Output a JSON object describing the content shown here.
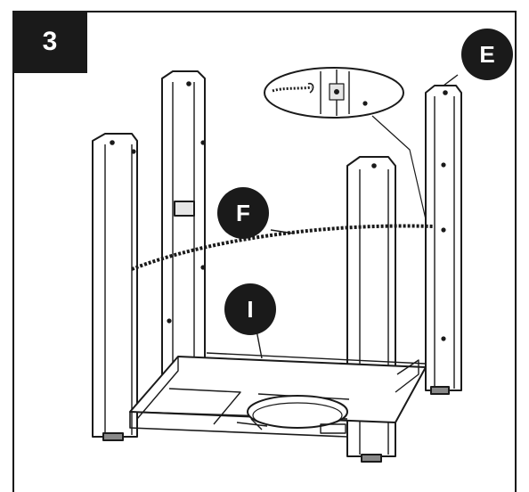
{
  "step": {
    "number": "3"
  },
  "callouts": {
    "e": "E",
    "f": "F",
    "i": "I"
  },
  "colors": {
    "ink": "#1a1a1a",
    "paper": "#ffffff",
    "post_shade": "#e6e6e6"
  },
  "icons": [
    "chain-icon"
  ]
}
